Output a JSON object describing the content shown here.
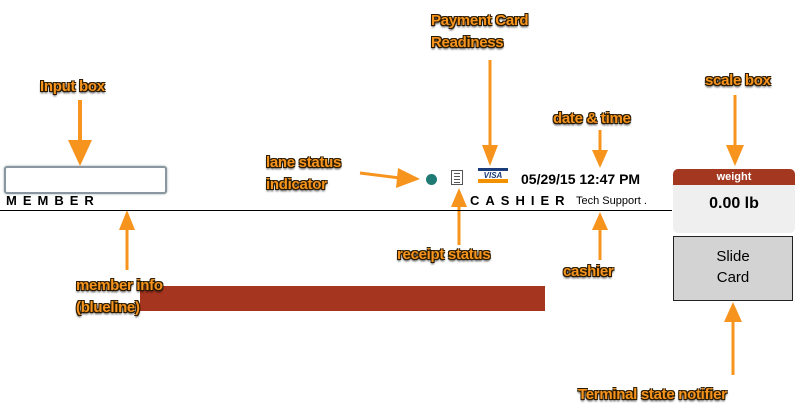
{
  "screen": {
    "member_input": {
      "value": "",
      "placeholder": ""
    },
    "member_label": "MEMBER",
    "cashier_label": "CASHIER",
    "cashier_name": "Tech Support .",
    "datetime": "05/29/15 12:47 PM",
    "card_brand": "VISA",
    "lane_status_color": "#1f7a73",
    "scale": {
      "header": "weight",
      "value": "0.00 lb"
    },
    "terminal_state": {
      "line1": "Slide",
      "line2": "Card"
    },
    "accent_red": "#a63520"
  },
  "callouts": {
    "input_box": "Input box",
    "payment_card_line1": "Payment Card",
    "payment_card_line2": "Readiness",
    "scale_box": "scale box",
    "date_time": "date & time",
    "lane_status_line1": "lane status",
    "lane_status_line2": "indicator",
    "receipt_status": "receipt status",
    "cashier": "cashier",
    "member_info_line1": "member info",
    "member_info_line2": "(blueline)",
    "terminal_state": "Terminal state notifier"
  },
  "icons": {
    "lane_status": "status-dot-icon",
    "receipt": "receipt-icon",
    "card": "visa-card-icon"
  }
}
